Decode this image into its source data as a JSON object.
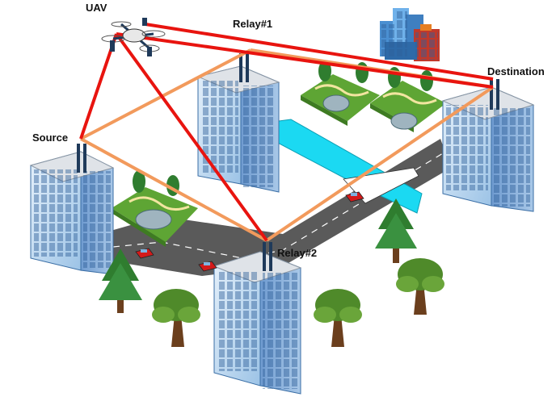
{
  "labels": {
    "uav": "UAV",
    "relay1": "Relay#1",
    "source": "Source",
    "destination": "Destination",
    "relay2": "Relay#2"
  },
  "colors": {
    "uav_link": "#e8140f",
    "ground_link": "#f29a5c",
    "building_face": "#bcd8f0",
    "building_side": "#7fa8d6",
    "building_roof": "#dfe3e8",
    "river": "#1bd9f2",
    "road": "#666666",
    "grass": "#5ea534",
    "lake": "#9fb4bf",
    "tree": "#2f7d2f",
    "car": "#d41a1a"
  },
  "icons": [
    "uav-icon",
    "building-icon",
    "antenna-icon",
    "tree-icon",
    "park-icon",
    "car-icon",
    "city-icon",
    "river-icon",
    "road-icon"
  ]
}
